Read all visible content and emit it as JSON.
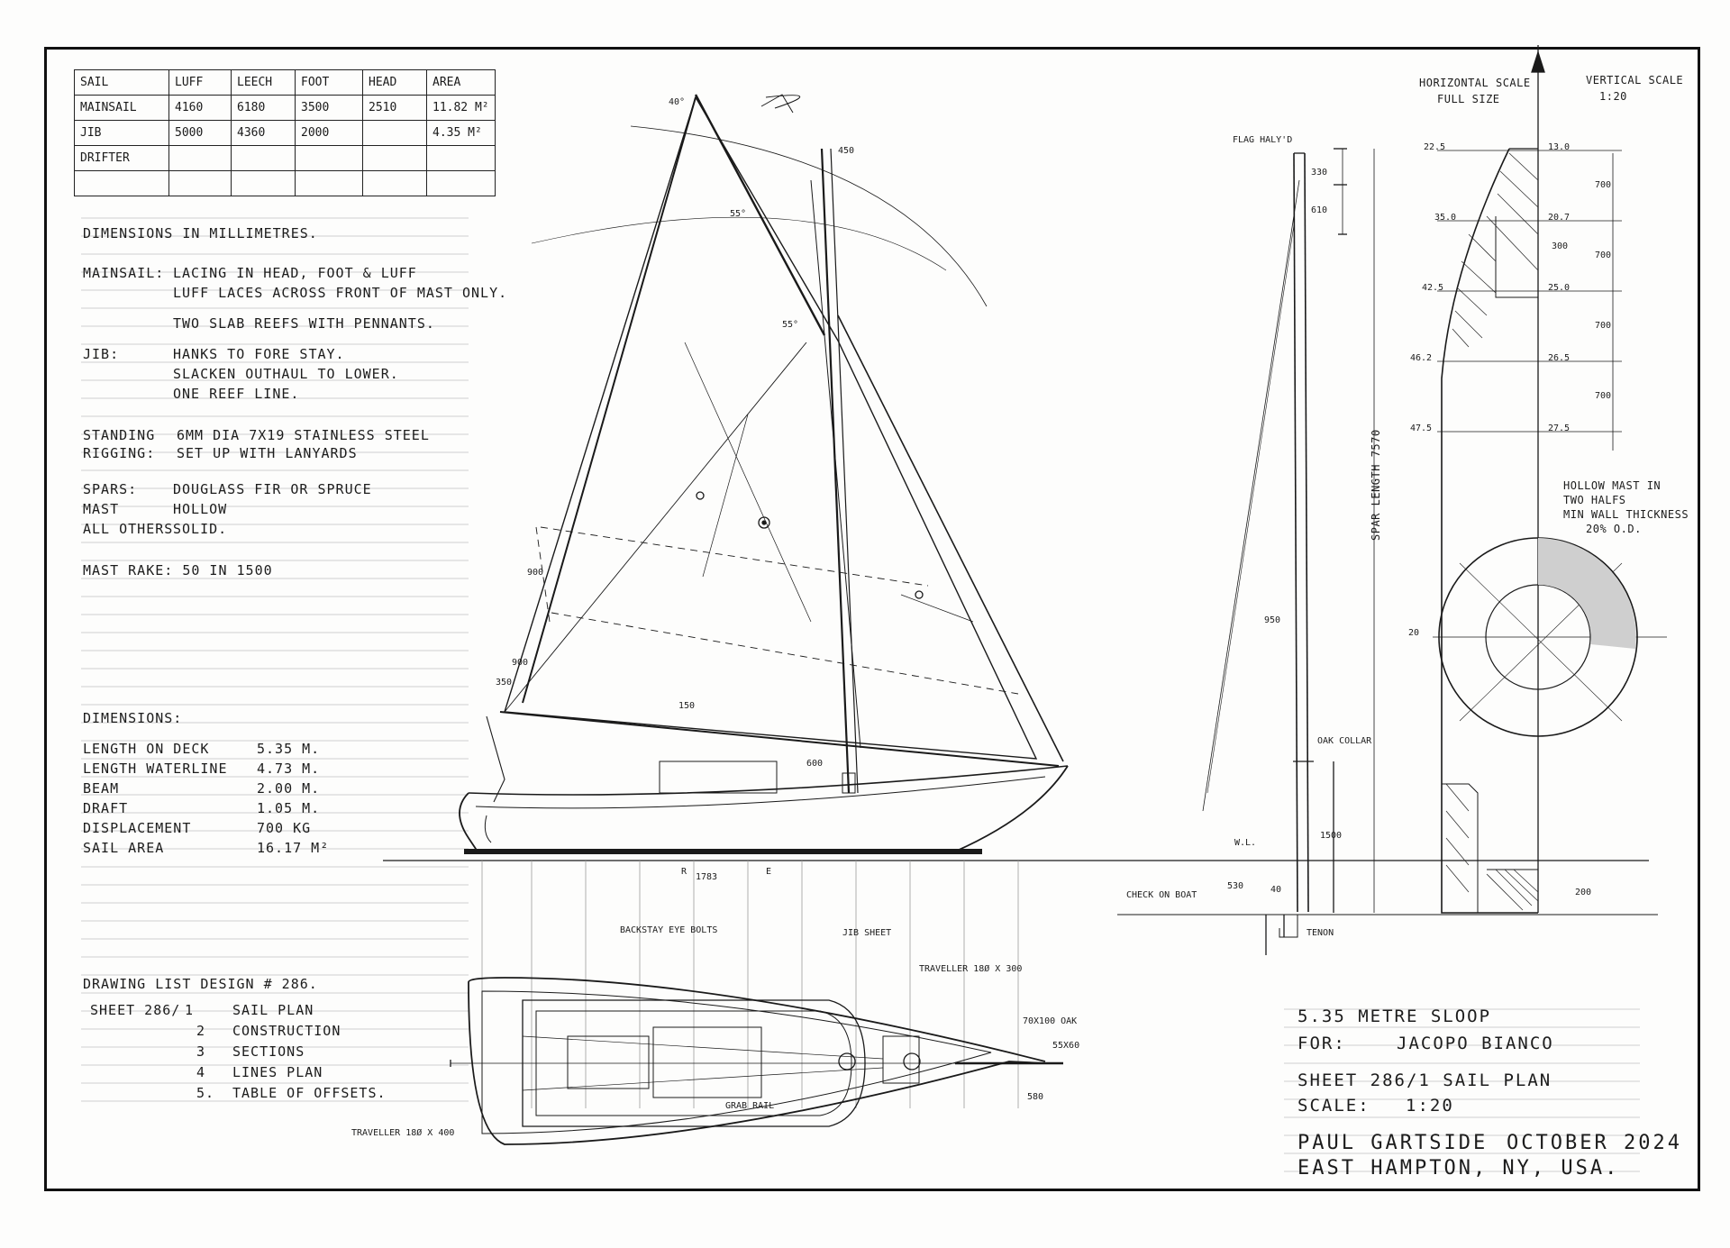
{
  "sail_table": {
    "headers": [
      "SAIL",
      "LUFF",
      "LEECH",
      "FOOT",
      "HEAD",
      "AREA"
    ],
    "rows": [
      [
        "MAINSAIL",
        "4160",
        "6180",
        "3500",
        "2510",
        "11.82 M²"
      ],
      [
        "JIB",
        "5000",
        "4360",
        "2000",
        "",
        "4.35 M²"
      ],
      [
        "DRIFTER",
        "",
        "",
        "",
        "",
        ""
      ],
      [
        "",
        "",
        "",
        "",
        "",
        ""
      ]
    ]
  },
  "notes": {
    "dimensions_units": "DIMENSIONS IN MILLIMETRES.",
    "mainsail_label": "MAINSAIL:",
    "mainsail_lines": [
      "LACING IN HEAD, FOOT & LUFF",
      "LUFF LACES ACROSS FRONT OF MAST ONLY.",
      "TWO SLAB REEFS WITH PENNANTS."
    ],
    "jib_label": "JIB:",
    "jib_lines": [
      "HANKS TO FORE STAY.",
      "SLACKEN OUTHAUL TO LOWER.",
      "ONE REEF LINE."
    ],
    "standing_label": "STANDING",
    "rigging_label": "RIGGING:",
    "standing_lines": [
      "6MM DIA 7X19 STAINLESS STEEL",
      "SET UP WITH LANYARDS"
    ],
    "spars_label": "SPARS:",
    "spars_value": "DOUGLASS FIR OR SPRUCE",
    "mast_label": "MAST",
    "mast_value": "HOLLOW",
    "others_label": "ALL OTHERS",
    "others_value": "SOLID.",
    "mast_rake": "MAST RAKE: 50 IN 1500"
  },
  "dimensions": {
    "heading": "DIMENSIONS:",
    "rows": [
      {
        "label": "LENGTH ON DECK",
        "value": "5.35 M."
      },
      {
        "label": "LENGTH WATERLINE",
        "value": "4.73 M."
      },
      {
        "label": "BEAM",
        "value": "2.00 M."
      },
      {
        "label": "DRAFT",
        "value": "1.05 M."
      },
      {
        "label": "DISPLACEMENT",
        "value": "700 KG"
      },
      {
        "label": "SAIL AREA",
        "value": "16.17 M²"
      }
    ]
  },
  "drawing_list": {
    "heading": "DRAWING LIST DESIGN # 286.",
    "sheet_label": "SHEET 286/",
    "items": [
      {
        "num": "1",
        "name": "SAIL PLAN"
      },
      {
        "num": "2",
        "name": "CONSTRUCTION"
      },
      {
        "num": "3",
        "name": "SECTIONS"
      },
      {
        "num": "4",
        "name": "LINES PLAN"
      },
      {
        "num": "5.",
        "name": "TABLE OF OFFSETS."
      }
    ]
  },
  "title_block": {
    "title": "5.35 METRE SLOOP",
    "for_label": "FOR:",
    "client": "JACOPO BIANCO",
    "sheet": "SHEET 286/1 SAIL PLAN",
    "scale_label": "SCALE:",
    "scale_value": "1:20",
    "designer": "PAUL GARTSIDE",
    "date": "OCTOBER 2024",
    "location": "EAST HAMPTON, NY, USA."
  },
  "scale_note": {
    "horizontal": "HORIZONTAL SCALE",
    "horizontal_value": "FULL SIZE",
    "vertical": "VERTICAL SCALE",
    "vertical_value": "1:20"
  },
  "spar_labels": {
    "flag_halyard": "FLAG HALY'D",
    "spar_length": "SPAR LENGTH 7570",
    "dim_330": "330",
    "dim_610": "610",
    "dim_950": "950",
    "dim_1500": "1500",
    "oak_collar": "OAK COLLAR",
    "check_on_boat": "CHECK ON BOAT",
    "dim_530": "530",
    "dim_40": "40",
    "tenon": "TENON",
    "wl": "W.L."
  },
  "section_labels": {
    "left_dims": [
      "22.5",
      "35.0",
      "42.5",
      "46.2",
      "47.5"
    ],
    "right_dims": [
      "13.0",
      "20.7",
      "25.0",
      "26.5",
      "27.5"
    ],
    "spacing": [
      "700",
      "700",
      "700",
      "700"
    ],
    "dim_300": "300",
    "dim_200": "200",
    "hollow_note": [
      "HOLLOW MAST IN",
      "TWO HALFS",
      "MIN WALL THICKNESS",
      "20% O.D."
    ],
    "dim_20": "20"
  },
  "plan_labels": {
    "backstay": "BACKSTAY EYE BOLTS",
    "jib_sheet": "JIB SHEET",
    "traveller_top": "TRAVELLER 18Ø X 300",
    "cleat": "70X100 OAK",
    "dim_55x60": "55X60",
    "dim_580": "580",
    "grab_rail": "GRAB RAIL",
    "traveller_bottom": "TRAVELLER 18Ø X 400"
  },
  "profile_labels": {
    "deg_40": "40°",
    "deg_55": "55°",
    "deg_55b": "55°",
    "dim_450": "450",
    "dim_900a": "900",
    "dim_900b": "900",
    "dim_350": "350",
    "dim_150": "150",
    "dim_600": "600",
    "r_label": "R",
    "e_label": "E",
    "dim_1783": "1783"
  }
}
